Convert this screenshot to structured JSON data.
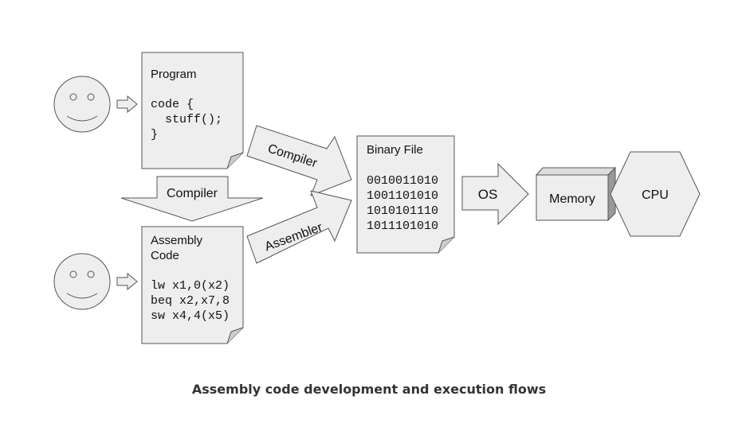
{
  "diagram": {
    "program_doc": {
      "title": "Program",
      "code_lines": [
        "code {",
        "  stuff();",
        "}"
      ]
    },
    "assembly_doc": {
      "title_lines": [
        "Assembly",
        "Code"
      ],
      "code_lines": [
        "lw x1,0(x2)",
        "beq x2,x7,8",
        "sw x4,4(x5)"
      ]
    },
    "binary_doc": {
      "title": "Binary File",
      "lines": [
        "0010011010",
        "1001101010",
        "1010101110",
        "1011101010"
      ]
    },
    "labels": {
      "compiler_down": "Compiler",
      "compiler_diagonal": "Compiler",
      "assembler_diagonal": "Assembler",
      "os": "OS",
      "memory": "Memory",
      "cpu": "CPU"
    },
    "icons": {
      "top_person": "smiley-face-icon",
      "bottom_person": "smiley-face-icon"
    },
    "colors": {
      "shape_fill": "#eeeeee",
      "stroke": "#555555",
      "text": "#111111",
      "caption": "#333333"
    }
  },
  "caption": "Assembly code development and execution flows"
}
